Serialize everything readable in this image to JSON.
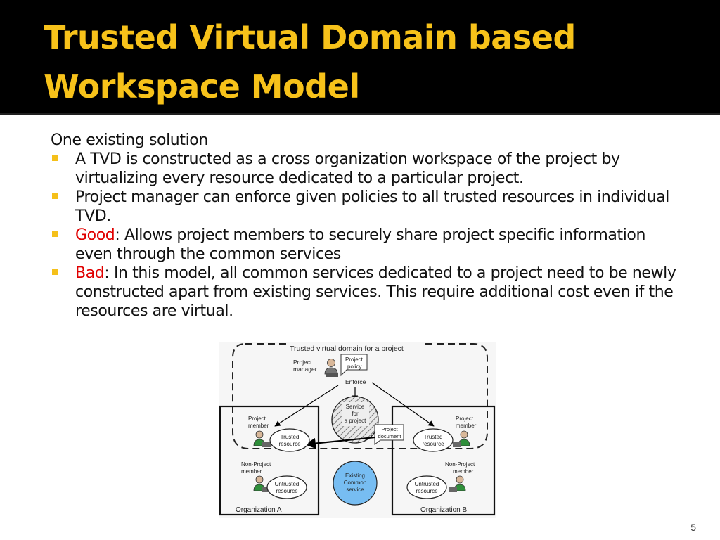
{
  "slide": {
    "title_line_1": "Trusted Virtual Domain based",
    "title_line_2": "Workspace Model",
    "intro": "One existing solution",
    "page_number": "5"
  },
  "bullets": [
    {
      "text": "A TVD is constructed as a cross organization workspace of the project by virtualizing every resource dedicated to a particular project."
    },
    {
      "text": "Project manager can enforce given policies to all trusted resources in individual TVD."
    },
    {
      "highlight": "Good",
      "text": ": Allows project members to securely share project specific information even through the common services"
    },
    {
      "highlight": "Bad",
      "text": ": In this model, all common services dedicated to a project need to be newly constructed apart from existing services. This require additional cost even if the resources are virtual."
    }
  ],
  "colors": {
    "title_bar": "#000000",
    "title_text": "#f7c21a",
    "bullet_marker": "#f5c01a",
    "highlight": "#e00000",
    "existing_service_fill": "#77bdf2"
  },
  "diagram": {
    "tvd_label": "Trusted virtual domain for a project",
    "project_manager": [
      "Project",
      "manager"
    ],
    "project_policy": [
      "Project",
      "policy"
    ],
    "enforce": "Enforce",
    "service_for_project": [
      "Service",
      "for",
      "a project"
    ],
    "project_document": [
      "Project",
      "document"
    ],
    "project_member": [
      "Project",
      "member"
    ],
    "trusted_resource": [
      "Trusted",
      "resource"
    ],
    "non_project_member": [
      "Non-Project",
      "member"
    ],
    "untrusted_resource": [
      "Untrusted",
      "resource"
    ],
    "existing_common_service": [
      "Existing",
      "Common",
      "service"
    ],
    "org_a": "Organization  A",
    "org_b": "Organization  B"
  }
}
